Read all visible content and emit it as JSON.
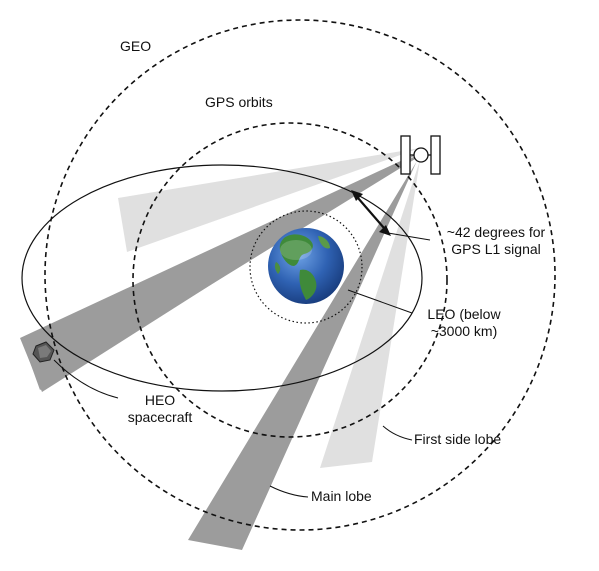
{
  "diagram": {
    "labels": {
      "geo": "GEO",
      "gps_orbits": "GPS orbits",
      "angle_line1": "~42 degrees for",
      "angle_line2": "GPS L1 signal",
      "leo_line1": "LEO (below",
      "leo_line2": "~3000 km)",
      "heo_line1": "HEO",
      "heo_line2": "spacecraft",
      "first_side_lobe": "First side lobe",
      "main_lobe": "Main lobe"
    },
    "colors": {
      "main_lobe_fill": "#9c9c9c",
      "side_lobe_fill": "#e0e0e0",
      "earth_ocean": "#2f62b3",
      "earth_land": "#3f8a3a",
      "line": "#111111"
    },
    "icons": {
      "satellite": "gps-satellite-icon",
      "earth": "earth-globe-icon",
      "spacecraft": "heo-spacecraft-icon"
    }
  }
}
